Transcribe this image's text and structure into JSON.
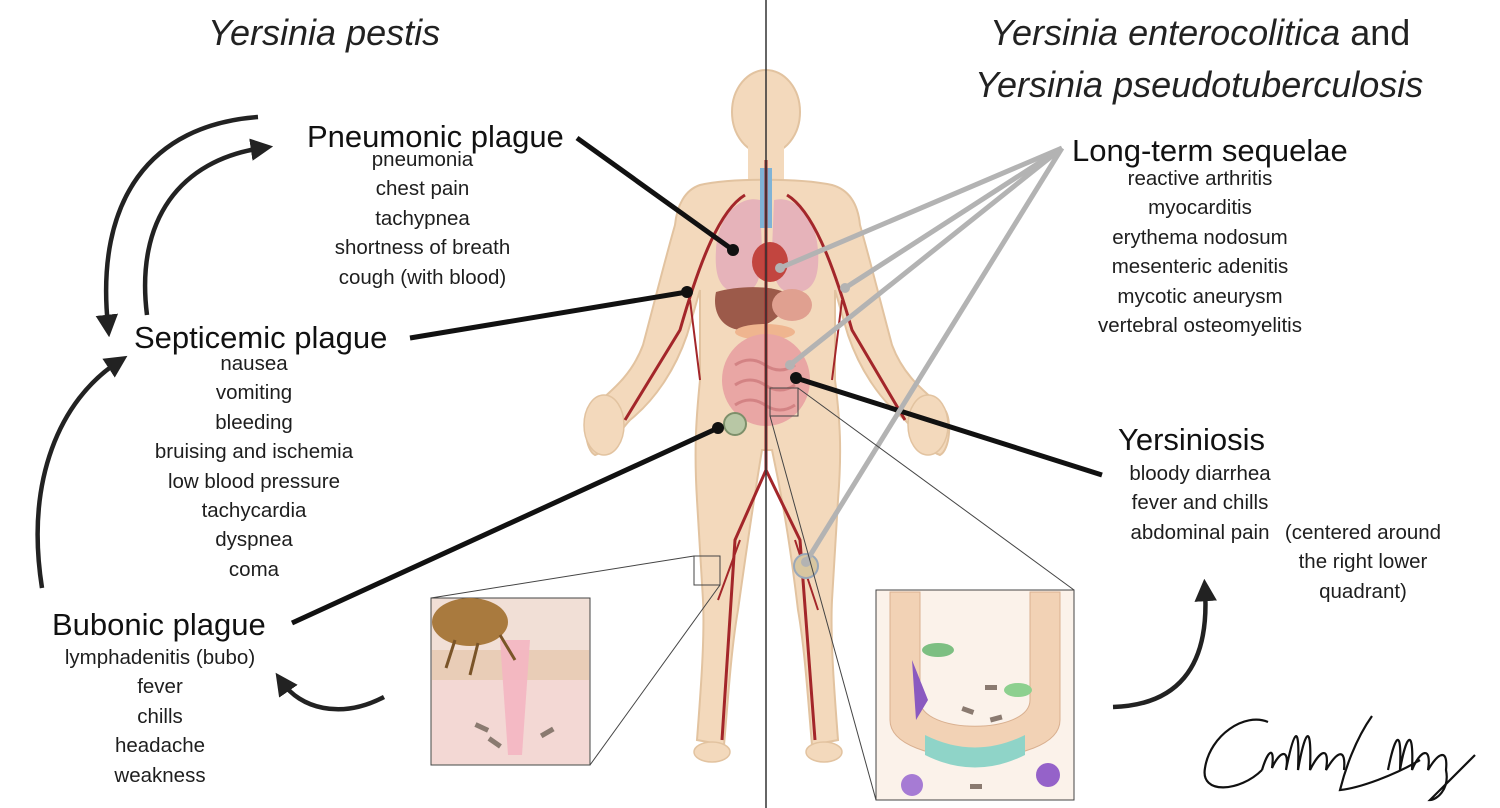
{
  "titles": {
    "left": "Yersinia pestis",
    "right_line1": "Yersinia enterocolitica",
    "right_and": "and",
    "right_line2": "Yersinia pseudotuberculosis"
  },
  "pneumonic": {
    "heading": "Pneumonic plague",
    "symptoms": [
      "pneumonia",
      "chest pain",
      "tachypnea",
      "shortness of breath",
      "cough (with blood)"
    ]
  },
  "septicemic": {
    "heading": "Septicemic plague",
    "symptoms": [
      "nausea",
      "vomiting",
      "bleeding",
      "bruising and ischemia",
      "low blood pressure",
      "tachycardia",
      "dyspnea",
      "coma"
    ]
  },
  "bubonic": {
    "heading": "Bubonic plague",
    "symptoms": [
      "lymphadenitis (bubo)",
      "fever",
      "chills",
      "headache",
      "weakness"
    ]
  },
  "sequelae": {
    "heading": "Long-term sequelae",
    "symptoms": [
      "reactive arthritis",
      "myocarditis",
      "erythema nodosum",
      "mesenteric adenitis",
      "mycotic aneurysm",
      "vertebral osteomyelitis"
    ]
  },
  "yersiniosis": {
    "heading": "Yersiniosis",
    "symptoms": [
      "bloody diarrhea",
      "fever and chills",
      "abdominal pain"
    ],
    "note": [
      "(centered around",
      "the right lower",
      "quadrant)"
    ]
  },
  "signature": "Cullen Lilley",
  "colors": {
    "skin": "#f3d9bc",
    "artery": "#a3262a",
    "lung": "#e6b3ba",
    "gray_line": "#b3b3b3",
    "black_line": "#111111"
  },
  "icons": [
    "flea-bite-inset",
    "intestinal-villus-inset",
    "signature"
  ]
}
